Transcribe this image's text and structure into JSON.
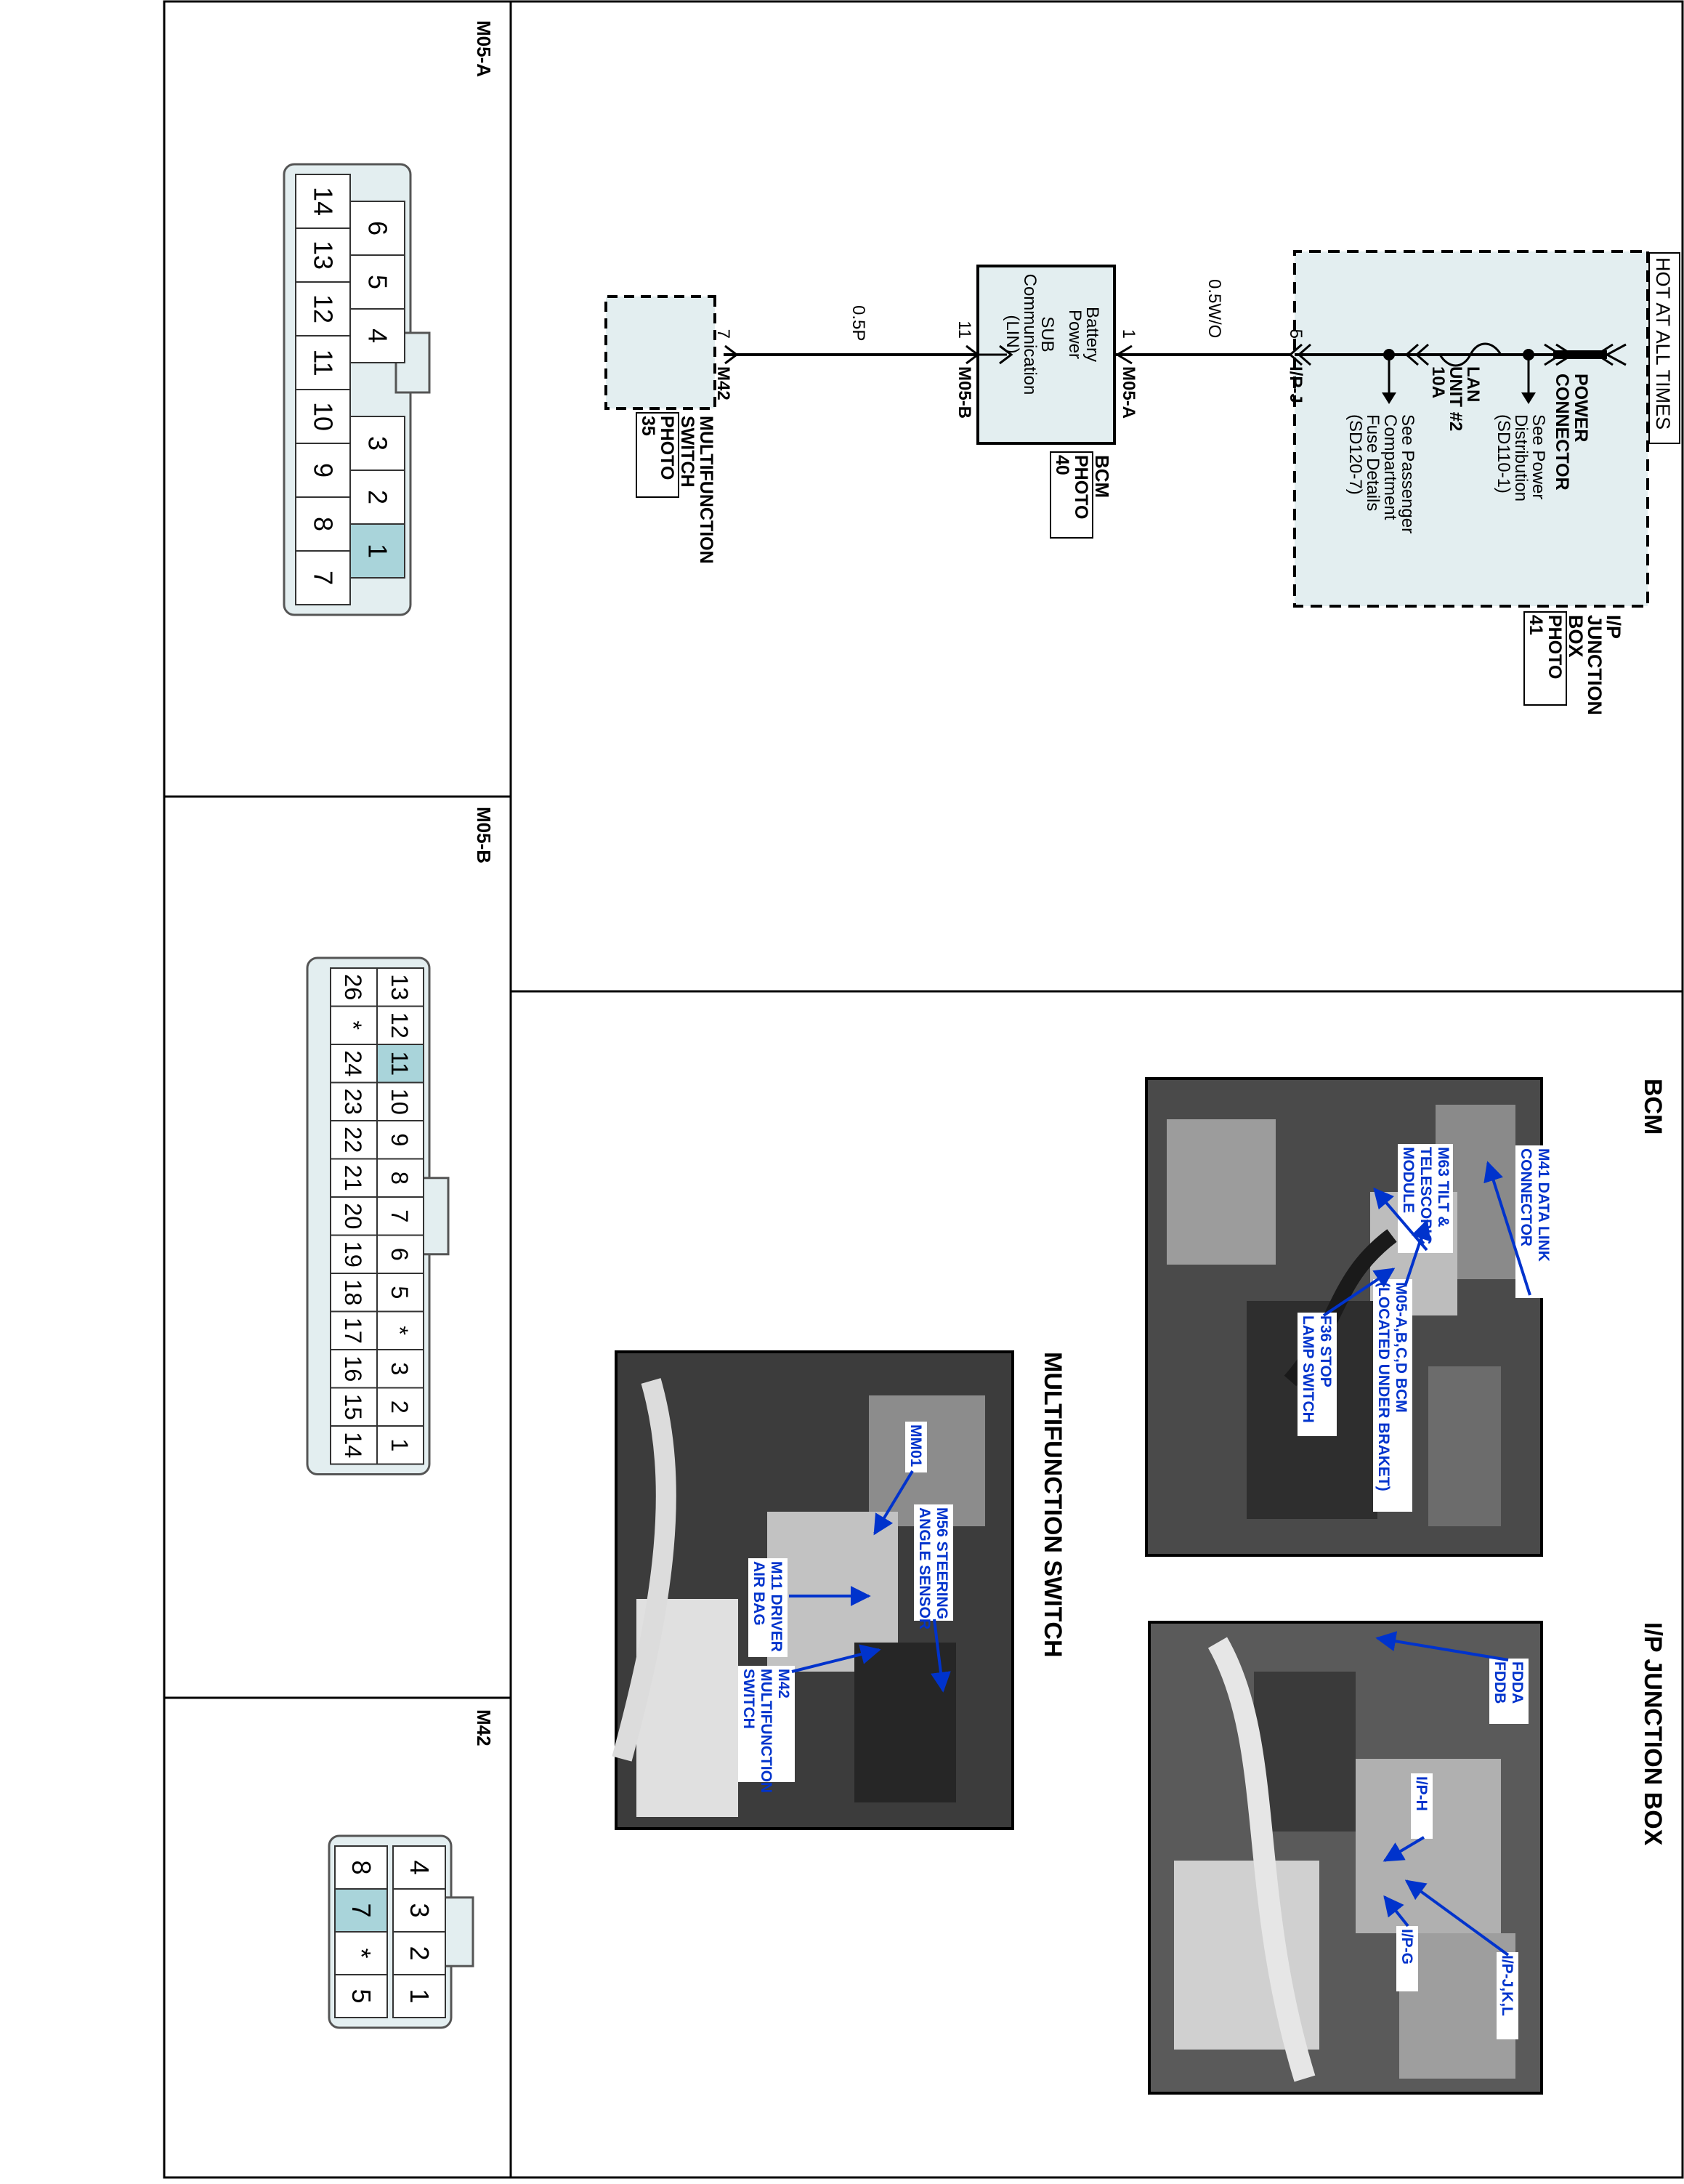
{
  "colors": {
    "module_fill": "#e3eef0",
    "pin_highlight": "#a9d4da",
    "label_blue": "#0033cc",
    "photo_bg": "#4a4a4a",
    "line": "#000000"
  },
  "connector_views": {
    "m05a": {
      "label": "M05-A",
      "top_row": [
        "6",
        "5",
        "4",
        "",
        "3",
        "2",
        "1"
      ],
      "bottom_row": [
        "14",
        "13",
        "12",
        "11",
        "10",
        "9",
        "8",
        "7"
      ],
      "highlighted_pin": "1"
    },
    "m05b": {
      "label": "M05-B",
      "top_row": [
        "13",
        "12",
        "11",
        "10",
        "9",
        "8",
        "7",
        "6",
        "5",
        "*",
        "3",
        "2",
        "1"
      ],
      "bottom_row": [
        "26",
        "*",
        "24",
        "23",
        "22",
        "21",
        "20",
        "19",
        "18",
        "17",
        "16",
        "15",
        "14"
      ],
      "highlighted_pin": "11"
    },
    "m42": {
      "label": "M42",
      "top_row": [
        "4",
        "3",
        "2",
        "1"
      ],
      "bottom_row": [
        "8",
        "7",
        "*",
        "5"
      ],
      "highlighted_pin": "7"
    }
  },
  "schematic": {
    "hot_label": "HOT AT ALL TIMES",
    "junction_box": {
      "name_lines": [
        "I/P",
        "JUNCTION",
        "BOX"
      ],
      "photo": [
        "PHOTO",
        "41"
      ],
      "power_connector": [
        "POWER",
        "CONNECTOR"
      ],
      "power_ref": [
        "See Power",
        "Distribution",
        "(SD110-1)"
      ],
      "fuse_lines": [
        "LAN",
        "UNIT #2",
        "10A"
      ],
      "fuse_ref": [
        "See Passenger",
        "Compartment",
        "Fuse Details",
        "(SD120-7)"
      ]
    },
    "ipj_pin": "5",
    "ipj_label": "I/P-J",
    "wire1": "0.5W/O",
    "m05a_pin": "1",
    "m05a_label": "M05-A",
    "bcm": {
      "inner_top": [
        "Battery",
        "Power"
      ],
      "inner_bottom": [
        "SUB",
        "Communication",
        "(LIN)"
      ],
      "name": "BCM",
      "photo": [
        "PHOTO",
        "40"
      ]
    },
    "m05b_pin": "11",
    "m05b_label": "M05-B",
    "wire2": "0.5P",
    "m42_pin": "7",
    "m42_label": "M42",
    "mfs": {
      "name": [
        "MULTIFUNCTION",
        "SWITCH"
      ],
      "photo": [
        "PHOTO",
        "35"
      ]
    }
  },
  "photos": {
    "bcm": {
      "title": "BCM",
      "labels": {
        "m41": [
          "M41 DATA LINK",
          "CONNECTOR"
        ],
        "m63": [
          "M63 TILT &",
          "TELESCOPIC",
          "MODULE"
        ],
        "m05": [
          "M05-A,B,C,D BCM",
          "(LOCATED UNDER BRAKET)"
        ],
        "f36": [
          "F36 STOP",
          "LAMP SWITCH"
        ]
      }
    },
    "ipjb": {
      "title": "I/P JUNCTION BOX",
      "labels": {
        "fdda": [
          "FDDA",
          "FDDB"
        ],
        "iph": [
          "I/P-H"
        ],
        "ipg": [
          "I/P-G"
        ],
        "ipjkl": [
          "I/P-J,K,L"
        ]
      }
    },
    "mfs": {
      "title": "MULTIFUNCTION SWITCH",
      "labels": {
        "mm01": [
          "MM01"
        ],
        "m56": [
          "M56 STEERING",
          "ANGLE SENSOR"
        ],
        "m11": [
          "M11 DRIVER",
          "AIR BAG"
        ],
        "m42": [
          "M42",
          "MULTIFUNCTION",
          "SWITCH"
        ]
      }
    }
  }
}
